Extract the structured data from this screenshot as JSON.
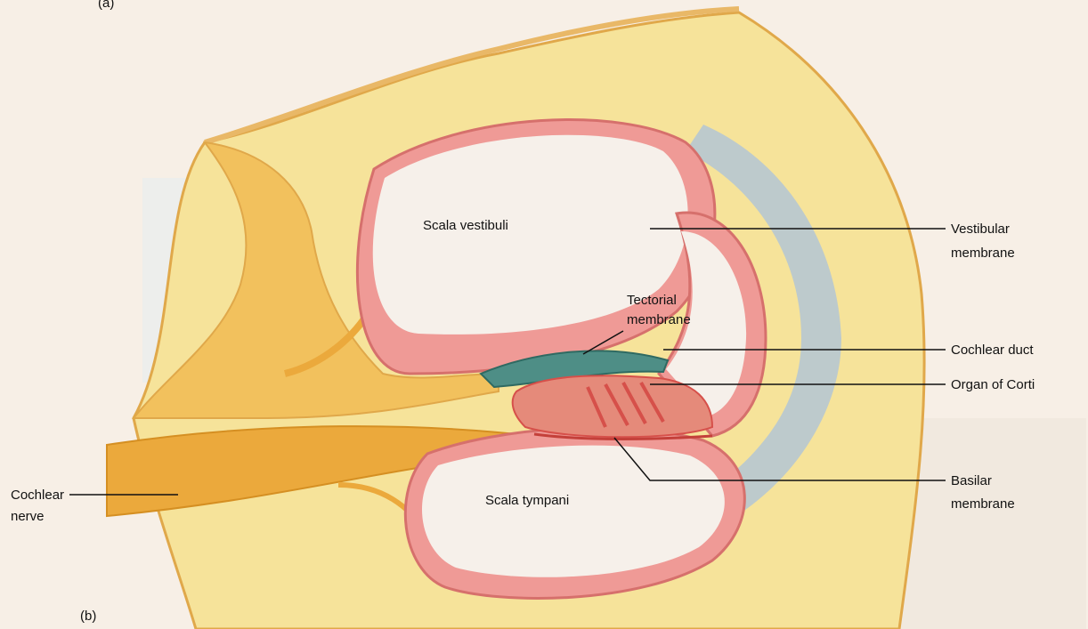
{
  "panel_labels": {
    "top": "(a)",
    "bottom": "(b)"
  },
  "labels": {
    "scala_vestibuli": "Scala vestibuli",
    "scala_tympani": "Scala tympani",
    "tectorial_1": "Tectorial",
    "tectorial_2": "membrane",
    "vestibular_1": "Vestibular",
    "vestibular_2": "membrane",
    "cochlear_duct": "Cochlear duct",
    "organ_of_corti": "Organ of Corti",
    "basilar_1": "Basilar",
    "basilar_2": "membrane",
    "cochlear_nerve_1": "Cochlear",
    "cochlear_nerve_2": "nerve"
  },
  "colors": {
    "background": "#f7efe6",
    "bone": "#f6e39a",
    "bone_edge": "#e0a84a",
    "nerve": "#eba93c",
    "canal_wall": "#ef9a96",
    "canal_inner": "#f6f0ea",
    "tectorial": "#4e8e86",
    "organ": "#d6504a",
    "stria": "#aac2dc"
  }
}
